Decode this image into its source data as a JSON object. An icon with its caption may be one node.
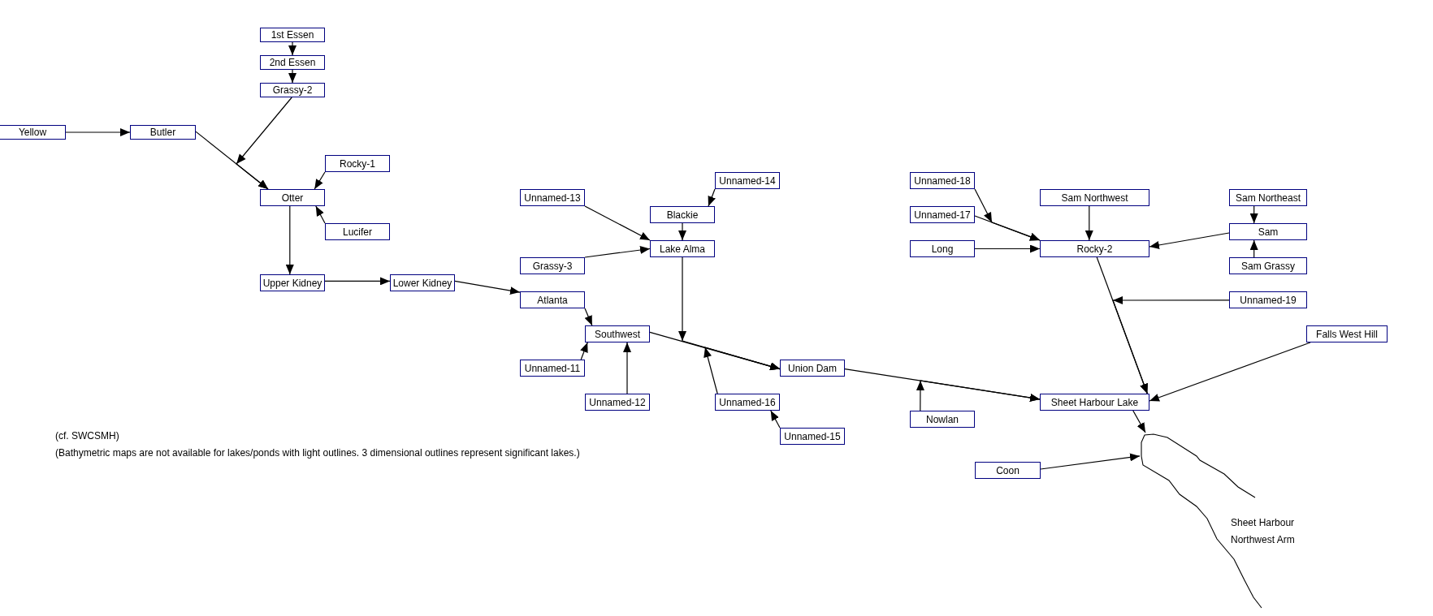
{
  "diagram": {
    "nodes": [
      {
        "text": [
          "1st Essen"
        ]
      },
      {
        "text": [
          "2nd Essen"
        ]
      },
      {
        "text": [
          "Grassy-2"
        ]
      },
      {
        "text": [
          "Yellow"
        ]
      },
      {
        "text": [
          "Butler"
        ]
      },
      {
        "text": [
          "Rocky-1"
        ]
      },
      {
        "text": [
          "Otter"
        ]
      },
      {
        "text": [
          "Lucifer"
        ]
      },
      {
        "text": [
          "Upper Kidney"
        ]
      },
      {
        "text": [
          "Lower Kidney"
        ]
      },
      {
        "text": [
          "Unnamed-14"
        ]
      },
      {
        "text": [
          "Unnamed-13"
        ]
      },
      {
        "text": [
          "Blackie"
        ]
      },
      {
        "text": [
          "Lake Alma"
        ]
      },
      {
        "text": [
          "Grassy-3"
        ]
      },
      {
        "text": [
          "Atlanta"
        ]
      },
      {
        "text": [
          "Southwest"
        ]
      },
      {
        "text": [
          "Unnamed-11"
        ]
      },
      {
        "text": [
          "Union Dam"
        ]
      },
      {
        "text": [
          "Unnamed-12"
        ]
      },
      {
        "text": [
          "Unnamed-16"
        ]
      },
      {
        "text": [
          "Nowlan"
        ]
      },
      {
        "text": [
          "Unnamed-15"
        ]
      },
      {
        "text": [
          "Unnamed-18"
        ]
      },
      {
        "text": [
          "Unnamed-17"
        ]
      },
      {
        "text": [
          "Long"
        ]
      },
      {
        "text": [
          "Sam Northwest"
        ]
      },
      {
        "text": [
          "Rocky-2"
        ]
      },
      {
        "text": [
          "Sam Northeast"
        ]
      },
      {
        "text": [
          "Sam"
        ]
      },
      {
        "text": [
          "Sam Grassy"
        ]
      },
      {
        "text": [
          "Unnamed-19"
        ]
      },
      {
        "text": [
          "Falls West Hill"
        ]
      },
      {
        "text": [
          "Sheet Harbour Lake"
        ]
      },
      {
        "text": [
          "Coon"
        ]
      },
      {
        "text": [
          "Sheet Harbour Northwest Arm"
        ]
      }
    ],
    "edges": [
      {
        "from": 0,
        "to": 1,
        "arrow": "to"
      },
      {
        "from": 1,
        "to": 2,
        "arrow": "to"
      },
      {
        "from": 3,
        "to": 4,
        "arrow": "to"
      },
      {
        "from": 4,
        "to": 6,
        "arrow": "to"
      },
      {
        "from": 2,
        "to": 6,
        "arrow": "to"
      },
      {
        "from": 5,
        "to": 6,
        "arrow": "to"
      },
      {
        "from": 7,
        "to": 6,
        "arrow": "to"
      },
      {
        "from": 6,
        "to": 8,
        "arrow": "to"
      },
      {
        "from": 8,
        "to": 9,
        "arrow": "to"
      },
      {
        "from": 9,
        "to": 15,
        "arrow": "to"
      },
      {
        "from": 10,
        "to": 12,
        "arrow": "to"
      },
      {
        "from": 11,
        "to": 13,
        "arrow": "to"
      },
      {
        "from": 12,
        "to": 13,
        "arrow": "to"
      },
      {
        "from": 14,
        "to": 13,
        "arrow": "to"
      },
      {
        "from": 15,
        "to": 16,
        "arrow": "to"
      },
      {
        "from": 16,
        "to": 18,
        "arrow": "to"
      },
      {
        "from": 13,
        "to": 18,
        "arrow": "to"
      },
      {
        "from": 17,
        "to": 16,
        "arrow": "to"
      },
      {
        "from": 19,
        "to": 16,
        "arrow": "to"
      },
      {
        "from": 20,
        "to": 18,
        "arrow": "to"
      },
      {
        "from": 22,
        "to": 20,
        "arrow": "to"
      },
      {
        "from": 18,
        "to": 33,
        "arrow": "to"
      },
      {
        "from": 21,
        "to": 33,
        "arrow": "to"
      },
      {
        "from": 24,
        "to": 27,
        "arrow": "to"
      },
      {
        "from": 23,
        "to": 27,
        "arrow": "to"
      },
      {
        "from": 25,
        "to": 27,
        "arrow": "to"
      },
      {
        "from": 26,
        "to": 27,
        "arrow": "to"
      },
      {
        "from": 28,
        "to": 29,
        "arrow": "to"
      },
      {
        "from": 30,
        "to": 29,
        "arrow": "to"
      },
      {
        "from": 29,
        "to": 27,
        "arrow": "to"
      },
      {
        "from": 27,
        "to": 33,
        "arrow": "to"
      },
      {
        "from": 31,
        "to": 33,
        "arrow": "to"
      },
      {
        "from": 32,
        "to": 33,
        "arrow": "to"
      },
      {
        "from": 33,
        "to": 35,
        "arrow": "to"
      },
      {
        "from": 34,
        "to": 35,
        "arrow": "to"
      }
    ],
    "labels": [
      "(cf. SWCSMH)",
      "(Bathymetric maps are not available for lakes/ponds with light outlines. 3 dimensional outlines represent significant lakes.)"
    ]
  }
}
